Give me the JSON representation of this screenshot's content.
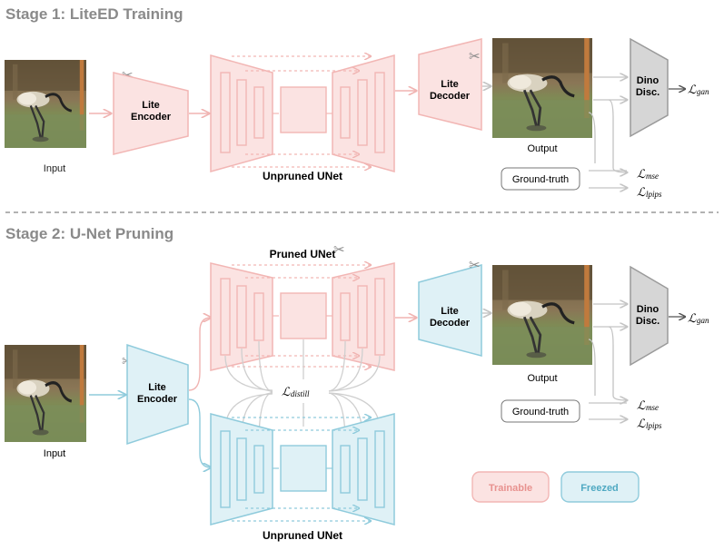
{
  "stage1": {
    "title": "Stage 1: LiteED Training",
    "input_label": "Input",
    "encoder_label_1": "Lite",
    "encoder_label_2": "Encoder",
    "unet_label": "Unpruned UNet",
    "decoder_label_1": "Lite",
    "decoder_label_2": "Decoder",
    "output_label": "Output",
    "disc_label_1": "Dino",
    "disc_label_2": "Disc.",
    "groundtruth_label": "Ground-truth",
    "loss_gan": "gan",
    "loss_mse": "mse",
    "loss_lpips": "lpips"
  },
  "stage2": {
    "title": "Stage 2: U-Net Pruning",
    "input_label": "Input",
    "encoder_label_1": "Lite",
    "encoder_label_2": "Encoder",
    "pruned_unet_label": "Pruned UNet",
    "unpruned_unet_label": "Unpruned UNet",
    "distill_label": "distill",
    "decoder_label_1": "Lite",
    "decoder_label_2": "Decoder",
    "output_label": "Output",
    "disc_label_1": "Dino",
    "disc_label_2": "Disc.",
    "groundtruth_label": "Ground-truth",
    "loss_gan": "gan",
    "loss_mse": "mse",
    "loss_lpips": "lpips"
  },
  "legend": {
    "trainable": "Trainable",
    "freezed": "Freezed"
  },
  "colors": {
    "trainable_fill": "#fbe3e2",
    "trainable_stroke": "#f2b6b4",
    "freezed_fill": "#dff1f6",
    "freezed_stroke": "#8fcbdc",
    "disc_fill": "#d6d6d6",
    "disc_stroke": "#9a9a9a"
  }
}
